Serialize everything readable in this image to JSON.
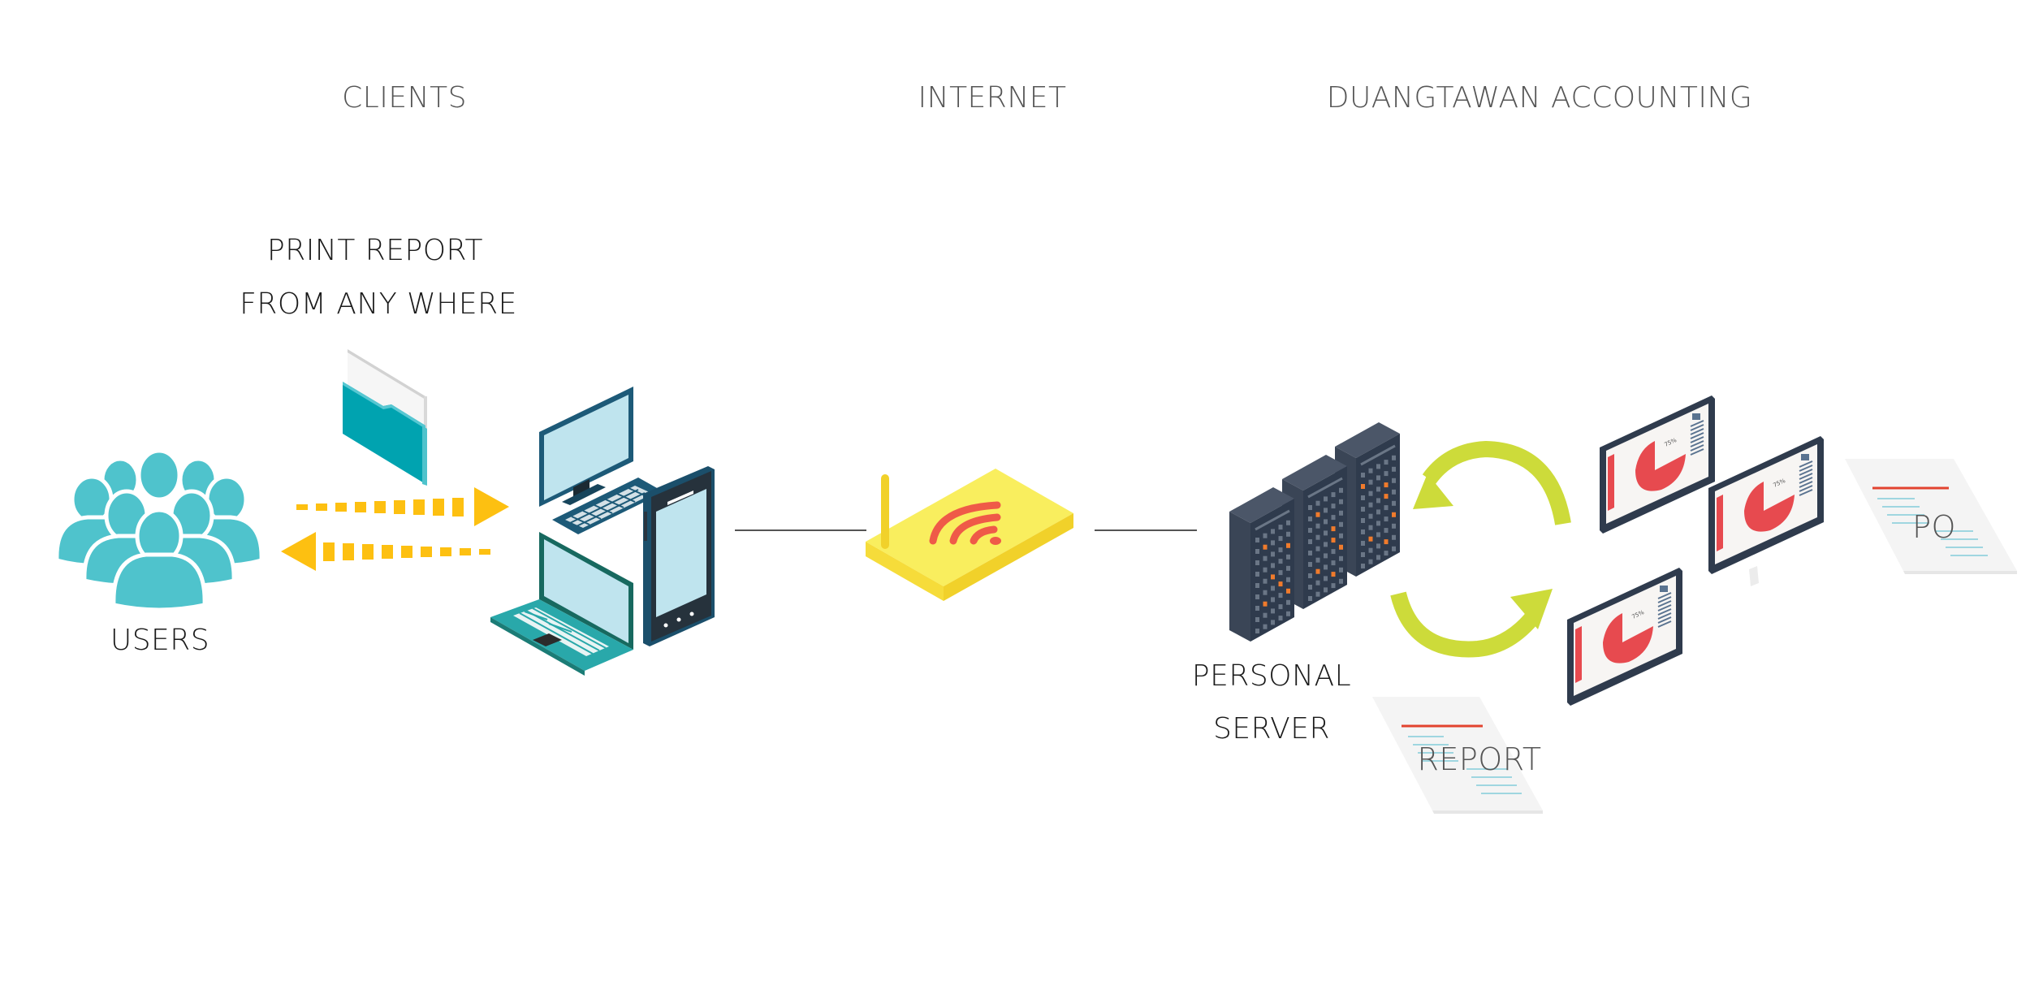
{
  "sections": {
    "clients": "CLIENTS",
    "internet": "INTERNET",
    "company": "DUANGTAWAN ACCOUNTING"
  },
  "notes": {
    "print_line1": "PRINT REPORT",
    "print_line2": "FROM ANY WHERE"
  },
  "nodes": {
    "users": "USERS",
    "server_line1": "PERSONAL",
    "server_line2": "SERVER"
  },
  "documents": {
    "po": "PO",
    "report": "REPORT"
  },
  "monitor_chart_label": "75%",
  "icons": [
    "users-group-icon",
    "folder-icon",
    "arrow-right-icon",
    "arrow-left-icon",
    "desktop-icon",
    "keyboard-icon",
    "laptop-icon",
    "smartphone-icon",
    "wifi-router-icon",
    "server-rack-icon",
    "sync-arrows-icon",
    "monitor-chart-icon",
    "document-icon"
  ],
  "colors": {
    "teal": "#4fc3cc",
    "folder": "#00a3b0",
    "arrow_yellow": "#fdc011",
    "router_yellow": "#f9ee5e",
    "wifi_red": "#ef5a48",
    "server_dark": "#2f3b4d",
    "server_led": "#f07b2c",
    "cycle_green": "#cddb3a",
    "chart_red": "#e74a4f",
    "line_gray": "#555555"
  }
}
